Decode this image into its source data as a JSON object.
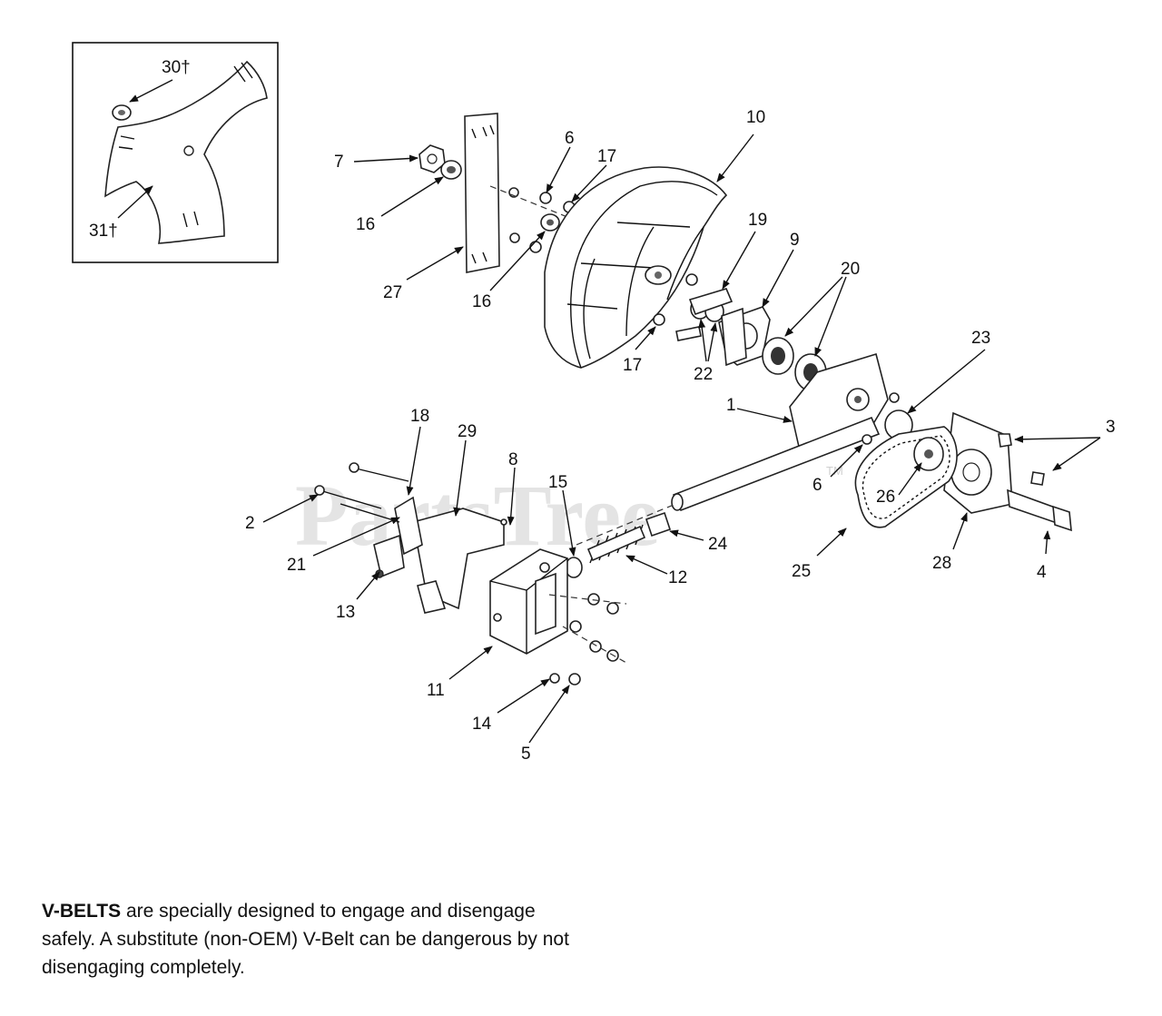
{
  "watermark": {
    "text": "PartsTree",
    "tm": "TM"
  },
  "callouts": [
    {
      "id": "c30",
      "text": "30†"
    },
    {
      "id": "c31",
      "text": "31†"
    },
    {
      "id": "c7",
      "text": "7"
    },
    {
      "id": "c16a",
      "text": "16"
    },
    {
      "id": "c27",
      "text": "27"
    },
    {
      "id": "c16b",
      "text": "16"
    },
    {
      "id": "c6a",
      "text": "6"
    },
    {
      "id": "c17a",
      "text": "17"
    },
    {
      "id": "c10",
      "text": "10"
    },
    {
      "id": "c19",
      "text": "19"
    },
    {
      "id": "c9",
      "text": "9"
    },
    {
      "id": "c20",
      "text": "20"
    },
    {
      "id": "c17b",
      "text": "17"
    },
    {
      "id": "c22",
      "text": "22"
    },
    {
      "id": "c23",
      "text": "23"
    },
    {
      "id": "c1",
      "text": "1"
    },
    {
      "id": "c3",
      "text": "3"
    },
    {
      "id": "c6b",
      "text": "6"
    },
    {
      "id": "c26",
      "text": "26"
    },
    {
      "id": "c4",
      "text": "4"
    },
    {
      "id": "c28",
      "text": "28"
    },
    {
      "id": "c25",
      "text": "25"
    },
    {
      "id": "c24",
      "text": "24"
    },
    {
      "id": "c18",
      "text": "18"
    },
    {
      "id": "c29",
      "text": "29"
    },
    {
      "id": "c8",
      "text": "8"
    },
    {
      "id": "c15",
      "text": "15"
    },
    {
      "id": "c12",
      "text": "12"
    },
    {
      "id": "c2",
      "text": "2"
    },
    {
      "id": "c21",
      "text": "21"
    },
    {
      "id": "c13",
      "text": "13"
    },
    {
      "id": "c11",
      "text": "11"
    },
    {
      "id": "c14",
      "text": "14"
    },
    {
      "id": "c5",
      "text": "5"
    }
  ],
  "note": {
    "bold": "V-BELTS",
    "rest": " are specially designed to engage and disengage safely. A substitute (non-OEM) V-Belt can be dangerous by not disengaging completely."
  }
}
